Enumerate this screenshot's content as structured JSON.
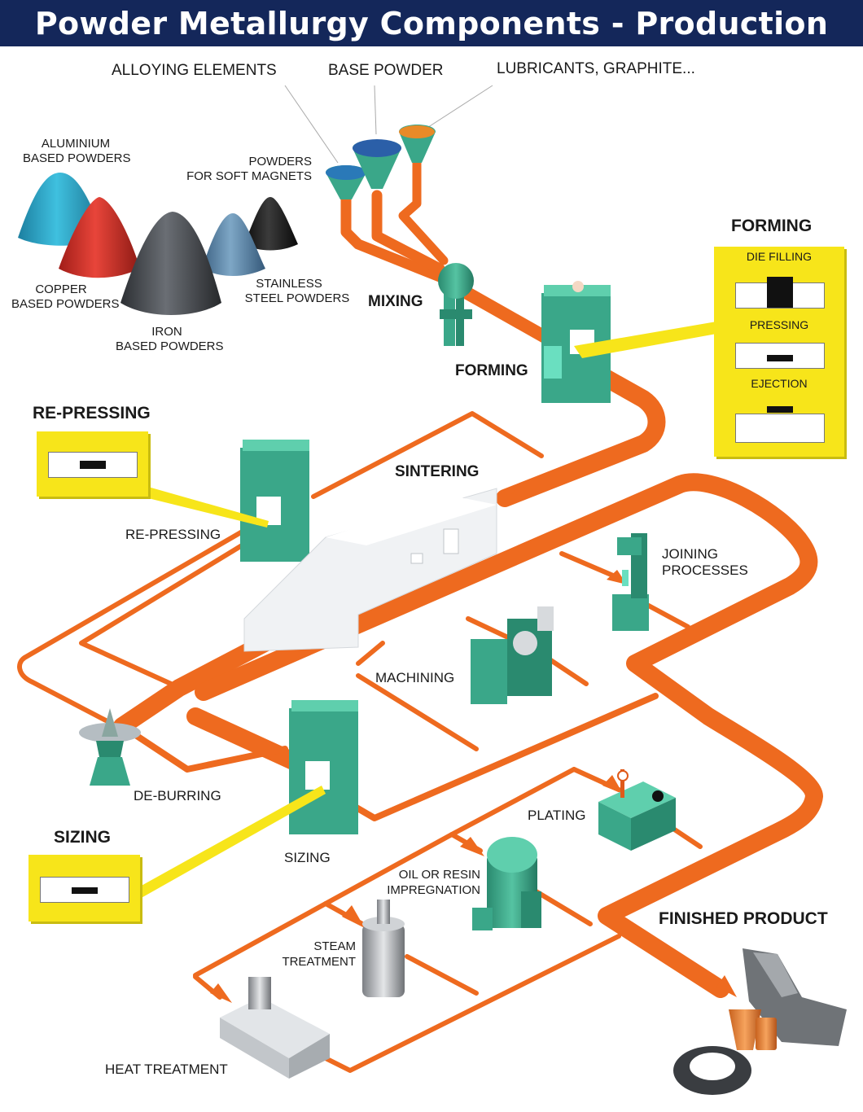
{
  "title": "Powder Metallurgy Components - Production",
  "labels": {
    "alloying_elements": "ALLOYING ELEMENTS",
    "base_powder": "BASE POWDER",
    "lubricants": "LUBRICANTS, GRAPHITE...",
    "aluminium_1": "ALUMINIUM",
    "aluminium_2": "BASED POWDERS",
    "soft_magnets_1": "POWDERS",
    "soft_magnets_2": "FOR SOFT MAGNETS",
    "copper_1": "COPPER",
    "copper_2": "BASED POWDERS",
    "stainless_1": "STAINLESS",
    "stainless_2": "STEEL POWDERS",
    "iron_1": "IRON",
    "iron_2": "BASED POWDERS",
    "mixing": "MIXING",
    "forming": "FORMING",
    "forming_header": "FORMING",
    "die_filling": "DIE FILLING",
    "pressing": "PRESSING",
    "ejection": "EJECTION",
    "repressing_header": "RE-PRESSING",
    "repressing": "RE-PRESSING",
    "sintering": "SINTERING",
    "joining_1": "JOINING",
    "joining_2": "PROCESSES",
    "machining": "MACHINING",
    "deburring": "DE-BURRING",
    "sizing_header": "SIZING",
    "sizing": "SIZING",
    "plating": "PLATING",
    "oil_resin_1": "OIL OR RESIN",
    "oil_resin_2": "IMPREGNATION",
    "finished_product": "FINISHED PRODUCT",
    "steam_1": "STEAM",
    "steam_2": "TREATMENT",
    "heat_treatment": "HEAT TREATMENT"
  },
  "colors": {
    "title_bar": "#14275a",
    "flow": "#ee6a1f",
    "machine": "#3aa789",
    "highlight": "#f7e51a",
    "aluminium": "#29a3c4",
    "copper": "#d9322a",
    "iron": "#4a4d52",
    "stainless": "#5a86a8",
    "soft_magnet": "#1e1e1e"
  }
}
